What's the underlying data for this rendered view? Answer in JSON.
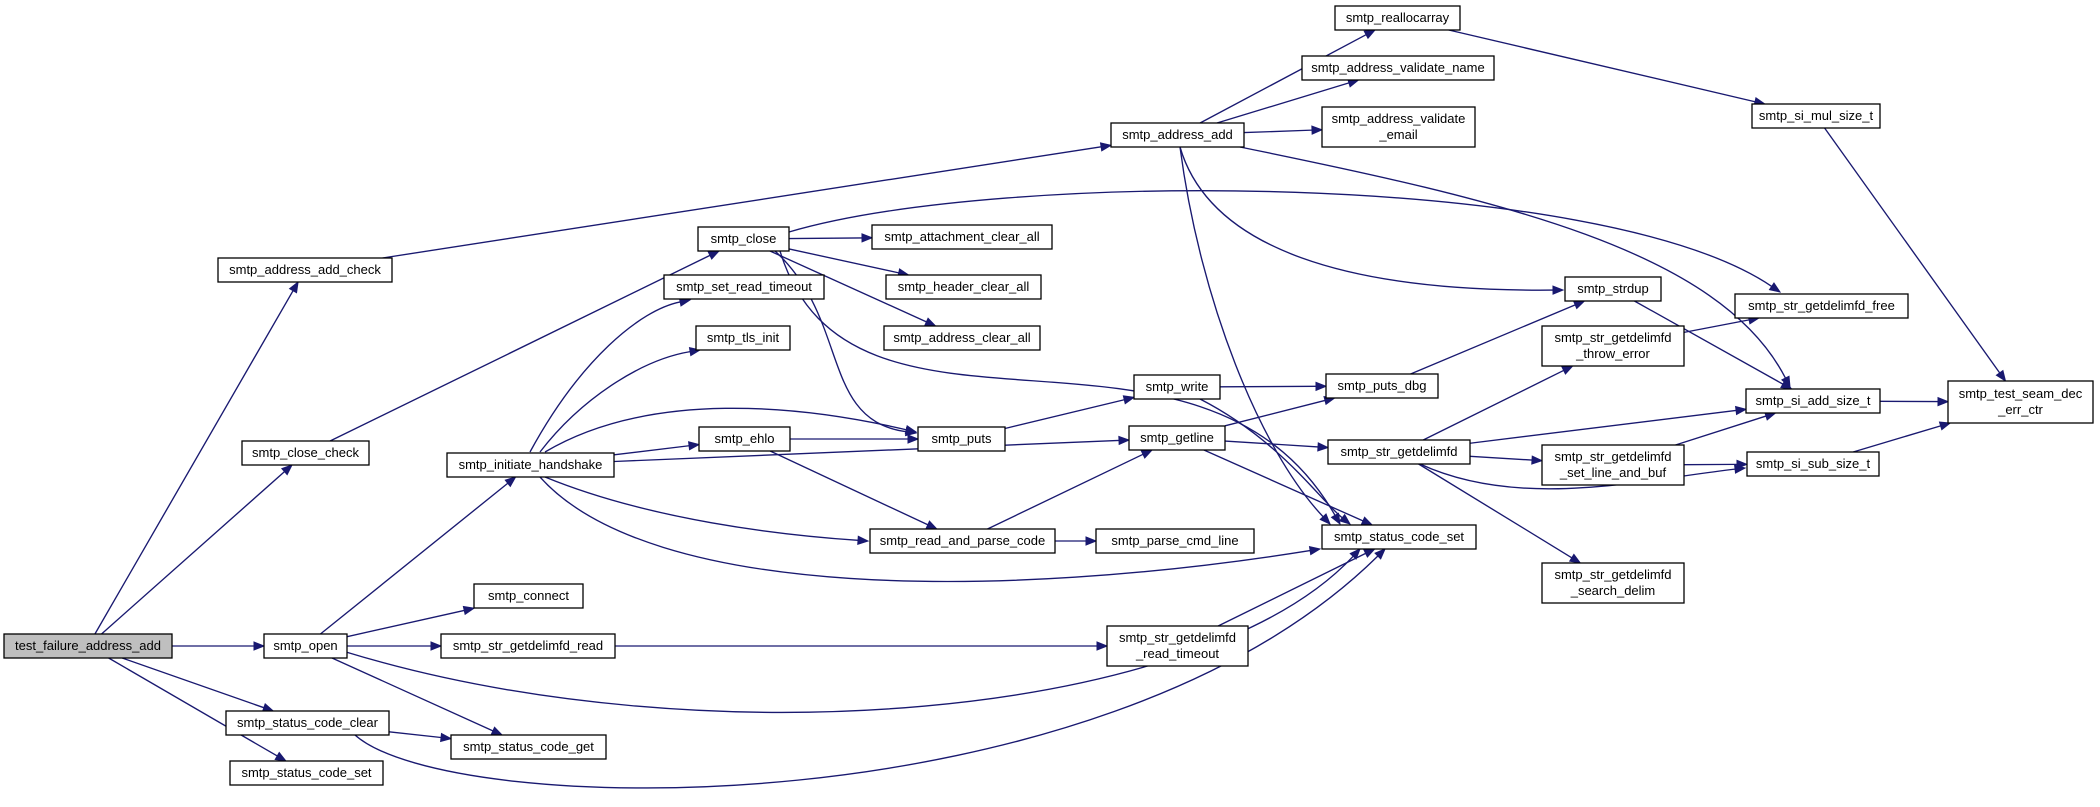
{
  "nodes": [
    {
      "id": "test_failure_address_add",
      "lines": [
        "test_failure_address_add"
      ],
      "root": true
    },
    {
      "id": "smtp_address_add_check",
      "lines": [
        "smtp_address_add_check"
      ]
    },
    {
      "id": "smtp_close_check",
      "lines": [
        "smtp_close_check"
      ]
    },
    {
      "id": "smtp_open",
      "lines": [
        "smtp_open"
      ]
    },
    {
      "id": "smtp_status_code_clear",
      "lines": [
        "smtp_status_code_clear"
      ]
    },
    {
      "id": "smtp_status_code_set_1",
      "lines": [
        "smtp_status_code_set"
      ]
    },
    {
      "id": "smtp_address_add",
      "lines": [
        "smtp_address_add"
      ]
    },
    {
      "id": "smtp_reallocarray",
      "lines": [
        "smtp_reallocarray"
      ]
    },
    {
      "id": "smtp_address_validate_name",
      "lines": [
        "smtp_address_validate_name"
      ]
    },
    {
      "id": "smtp_address_validate_email",
      "lines": [
        "smtp_address_validate",
        "_email"
      ]
    },
    {
      "id": "smtp_si_mul_size_t",
      "lines": [
        "smtp_si_mul_size_t"
      ]
    },
    {
      "id": "smtp_close",
      "lines": [
        "smtp_close"
      ]
    },
    {
      "id": "smtp_attachment_clear_all",
      "lines": [
        "smtp_attachment_clear_all"
      ]
    },
    {
      "id": "smtp_header_clear_all",
      "lines": [
        "smtp_header_clear_all"
      ]
    },
    {
      "id": "smtp_address_clear_all",
      "lines": [
        "smtp_address_clear_all"
      ]
    },
    {
      "id": "smtp_set_read_timeout",
      "lines": [
        "smtp_set_read_timeout"
      ]
    },
    {
      "id": "smtp_tls_init",
      "lines": [
        "smtp_tls_init"
      ]
    },
    {
      "id": "smtp_initiate_handshake",
      "lines": [
        "smtp_initiate_handshake"
      ]
    },
    {
      "id": "smtp_ehlo",
      "lines": [
        "smtp_ehlo"
      ]
    },
    {
      "id": "smtp_puts",
      "lines": [
        "smtp_puts"
      ]
    },
    {
      "id": "smtp_write",
      "lines": [
        "smtp_write"
      ]
    },
    {
      "id": "smtp_getline",
      "lines": [
        "smtp_getline"
      ]
    },
    {
      "id": "smtp_read_and_parse_code",
      "lines": [
        "smtp_read_and_parse_code"
      ]
    },
    {
      "id": "smtp_parse_cmd_line",
      "lines": [
        "smtp_parse_cmd_line"
      ]
    },
    {
      "id": "smtp_connect",
      "lines": [
        "smtp_connect"
      ]
    },
    {
      "id": "smtp_str_getdelimfd_read",
      "lines": [
        "smtp_str_getdelimfd_read"
      ]
    },
    {
      "id": "smtp_str_getdelimfd_read_timeout",
      "lines": [
        "smtp_str_getdelimfd",
        "_read_timeout"
      ]
    },
    {
      "id": "smtp_status_code_get",
      "lines": [
        "smtp_status_code_get"
      ]
    },
    {
      "id": "smtp_puts_dbg",
      "lines": [
        "smtp_puts_dbg"
      ]
    },
    {
      "id": "smtp_strdup",
      "lines": [
        "smtp_strdup"
      ]
    },
    {
      "id": "smtp_str_getdelimfd_throw_error",
      "lines": [
        "smtp_str_getdelimfd",
        "_throw_error"
      ]
    },
    {
      "id": "smtp_str_getdelimfd",
      "lines": [
        "smtp_str_getdelimfd"
      ]
    },
    {
      "id": "smtp_str_getdelimfd_set_line_and_buf",
      "lines": [
        "smtp_str_getdelimfd",
        "_set_line_and_buf"
      ]
    },
    {
      "id": "smtp_str_getdelimfd_search_delim",
      "lines": [
        "smtp_str_getdelimfd",
        "_search_delim"
      ]
    },
    {
      "id": "smtp_status_code_set_2",
      "lines": [
        "smtp_status_code_set"
      ]
    },
    {
      "id": "smtp_str_getdelimfd_free",
      "lines": [
        "smtp_str_getdelimfd_free"
      ]
    },
    {
      "id": "smtp_si_add_size_t",
      "lines": [
        "smtp_si_add_size_t"
      ]
    },
    {
      "id": "smtp_si_sub_size_t",
      "lines": [
        "smtp_si_sub_size_t"
      ]
    },
    {
      "id": "smtp_test_seam_dec_err_ctr",
      "lines": [
        "smtp_test_seam_dec",
        "_err_ctr"
      ]
    }
  ],
  "edges": [
    [
      "test_failure_address_add",
      "smtp_address_add_check"
    ],
    [
      "test_failure_address_add",
      "smtp_close_check"
    ],
    [
      "test_failure_address_add",
      "smtp_open"
    ],
    [
      "test_failure_address_add",
      "smtp_status_code_clear"
    ],
    [
      "test_failure_address_add",
      "smtp_status_code_set_1"
    ],
    [
      "smtp_address_add_check",
      "smtp_address_add"
    ],
    [
      "smtp_address_add",
      "smtp_reallocarray"
    ],
    [
      "smtp_address_add",
      "smtp_address_validate_name"
    ],
    [
      "smtp_address_add",
      "smtp_address_validate_email"
    ],
    [
      "smtp_address_add",
      "smtp_strdup"
    ],
    [
      "smtp_address_add",
      "smtp_si_add_size_t"
    ],
    [
      "smtp_address_add",
      "smtp_status_code_set_2"
    ],
    [
      "smtp_reallocarray",
      "smtp_si_mul_size_t"
    ],
    [
      "smtp_si_mul_size_t",
      "smtp_test_seam_dec_err_ctr"
    ],
    [
      "smtp_close_check",
      "smtp_close"
    ],
    [
      "smtp_close",
      "smtp_attachment_clear_all"
    ],
    [
      "smtp_close",
      "smtp_header_clear_all"
    ],
    [
      "smtp_close",
      "smtp_address_clear_all"
    ],
    [
      "smtp_close",
      "smtp_puts"
    ],
    [
      "smtp_close",
      "smtp_str_getdelimfd_free"
    ],
    [
      "smtp_close",
      "smtp_status_code_set_2"
    ],
    [
      "smtp_open",
      "smtp_initiate_handshake"
    ],
    [
      "smtp_open",
      "smtp_connect"
    ],
    [
      "smtp_open",
      "smtp_str_getdelimfd_read"
    ],
    [
      "smtp_open",
      "smtp_status_code_get"
    ],
    [
      "smtp_open",
      "smtp_status_code_set_2"
    ],
    [
      "smtp_initiate_handshake",
      "smtp_set_read_timeout"
    ],
    [
      "smtp_initiate_handshake",
      "smtp_tls_init"
    ],
    [
      "smtp_initiate_handshake",
      "smtp_puts"
    ],
    [
      "smtp_initiate_handshake",
      "smtp_ehlo"
    ],
    [
      "smtp_initiate_handshake",
      "smtp_getline"
    ],
    [
      "smtp_initiate_handshake",
      "smtp_read_and_parse_code"
    ],
    [
      "smtp_initiate_handshake",
      "smtp_status_code_set_2"
    ],
    [
      "smtp_ehlo",
      "smtp_puts"
    ],
    [
      "smtp_ehlo",
      "smtp_read_and_parse_code"
    ],
    [
      "smtp_puts",
      "smtp_write"
    ],
    [
      "smtp_write",
      "smtp_puts_dbg"
    ],
    [
      "smtp_write",
      "smtp_status_code_set_2"
    ],
    [
      "smtp_read_and_parse_code",
      "smtp_getline"
    ],
    [
      "smtp_read_and_parse_code",
      "smtp_parse_cmd_line"
    ],
    [
      "smtp_getline",
      "smtp_puts_dbg"
    ],
    [
      "smtp_getline",
      "smtp_str_getdelimfd"
    ],
    [
      "smtp_getline",
      "smtp_status_code_set_2"
    ],
    [
      "smtp_puts_dbg",
      "smtp_strdup"
    ],
    [
      "smtp_strdup",
      "smtp_si_add_size_t"
    ],
    [
      "smtp_str_getdelimfd",
      "smtp_str_getdelimfd_throw_error"
    ],
    [
      "smtp_str_getdelimfd",
      "smtp_si_add_size_t"
    ],
    [
      "smtp_str_getdelimfd",
      "smtp_str_getdelimfd_set_line_and_buf"
    ],
    [
      "smtp_str_getdelimfd",
      "smtp_si_sub_size_t"
    ],
    [
      "smtp_str_getdelimfd",
      "smtp_str_getdelimfd_search_delim"
    ],
    [
      "smtp_str_getdelimfd_throw_error",
      "smtp_str_getdelimfd_free"
    ],
    [
      "smtp_str_getdelimfd_set_line_and_buf",
      "smtp_si_add_size_t"
    ],
    [
      "smtp_str_getdelimfd_set_line_and_buf",
      "smtp_si_sub_size_t"
    ],
    [
      "smtp_si_add_size_t",
      "smtp_test_seam_dec_err_ctr"
    ],
    [
      "smtp_si_sub_size_t",
      "smtp_test_seam_dec_err_ctr"
    ],
    [
      "smtp_str_getdelimfd_read",
      "smtp_str_getdelimfd_read_timeout"
    ],
    [
      "smtp_str_getdelimfd_read_timeout",
      "smtp_status_code_set_2"
    ],
    [
      "smtp_status_code_clear",
      "smtp_status_code_get"
    ],
    [
      "smtp_status_code_clear",
      "smtp_status_code_set_2"
    ]
  ]
}
